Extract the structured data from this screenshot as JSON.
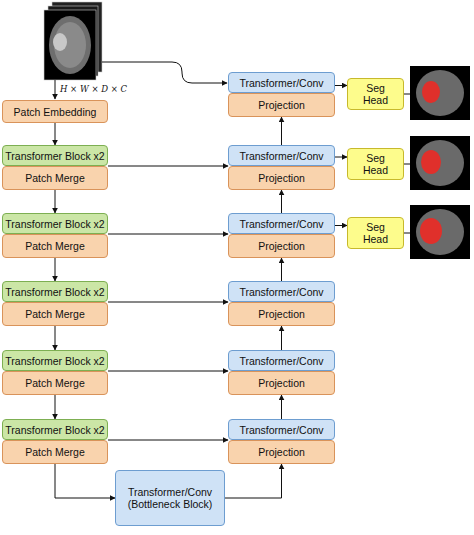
{
  "diagram": {
    "nodes": [
      {
        "text": [
          "Patch Embedding"
        ]
      },
      {
        "text": [
          "Transformer Block x2"
        ]
      },
      {
        "text": [
          "Patch Merge"
        ]
      },
      {
        "text": [
          "Transformer Block x2"
        ]
      },
      {
        "text": [
          "Patch Merge"
        ]
      },
      {
        "text": [
          "Transformer Block x2"
        ]
      },
      {
        "text": [
          "Patch Merge"
        ]
      },
      {
        "text": [
          "Transformer Block x2"
        ]
      },
      {
        "text": [
          "Patch Merge"
        ]
      },
      {
        "text": [
          "Transformer Block x2"
        ]
      },
      {
        "text": [
          "Patch Merge"
        ]
      },
      {
        "text": [
          "Transformer/Conv (Bottleneck Block)"
        ]
      },
      {
        "text": [
          "Transformer/Conv"
        ]
      },
      {
        "text": [
          "Projection"
        ]
      },
      {
        "text": [
          "Transformer/Conv"
        ]
      },
      {
        "text": [
          "Projection"
        ]
      },
      {
        "text": [
          "Transformer/Conv"
        ]
      },
      {
        "text": [
          "Projection"
        ]
      },
      {
        "text": [
          "Transformer/Conv"
        ]
      },
      {
        "text": [
          "Projection"
        ]
      },
      {
        "text": [
          "Transformer/Conv"
        ]
      },
      {
        "text": [
          "Projection"
        ]
      },
      {
        "text": [
          "Transformer/Conv"
        ]
      },
      {
        "text": [
          "Projection"
        ]
      },
      {
        "text": [
          "Seg Head"
        ]
      },
      {
        "text": [
          "Seg Head"
        ]
      },
      {
        "text": [
          "Seg Head"
        ]
      }
    ],
    "edges": [
      {
        "from": 0,
        "to": 1,
        "arrow": "to"
      },
      {
        "from": 2,
        "to": 3,
        "arrow": "to"
      },
      {
        "from": 4,
        "to": 5,
        "arrow": "to"
      },
      {
        "from": 6,
        "to": 7,
        "arrow": "to"
      },
      {
        "from": 8,
        "to": 9,
        "arrow": "to"
      },
      {
        "from": 10,
        "to": 11,
        "arrow": "to"
      },
      {
        "from": 11,
        "to": 23,
        "arrow": "to"
      },
      {
        "from": 22,
        "to": 21,
        "arrow": "to"
      },
      {
        "from": 20,
        "to": 19,
        "arrow": "to"
      },
      {
        "from": 18,
        "to": 17,
        "arrow": "to"
      },
      {
        "from": 16,
        "to": 15,
        "arrow": "to"
      },
      {
        "from": 14,
        "to": 13,
        "arrow": "to"
      },
      {
        "from": 1,
        "to": 15,
        "arrow": "to"
      },
      {
        "from": 3,
        "to": 17,
        "arrow": "to"
      },
      {
        "from": 5,
        "to": 19,
        "arrow": "to"
      },
      {
        "from": 7,
        "to": 21,
        "arrow": "to"
      },
      {
        "from": 9,
        "to": 23,
        "arrow": "to"
      },
      {
        "from": 12,
        "to": 24,
        "arrow": "to"
      },
      {
        "from": 14,
        "to": 25,
        "arrow": "to"
      },
      {
        "from": 16,
        "to": 26,
        "arrow": "to"
      }
    ],
    "labels": [
      "H × W × D × C"
    ]
  }
}
